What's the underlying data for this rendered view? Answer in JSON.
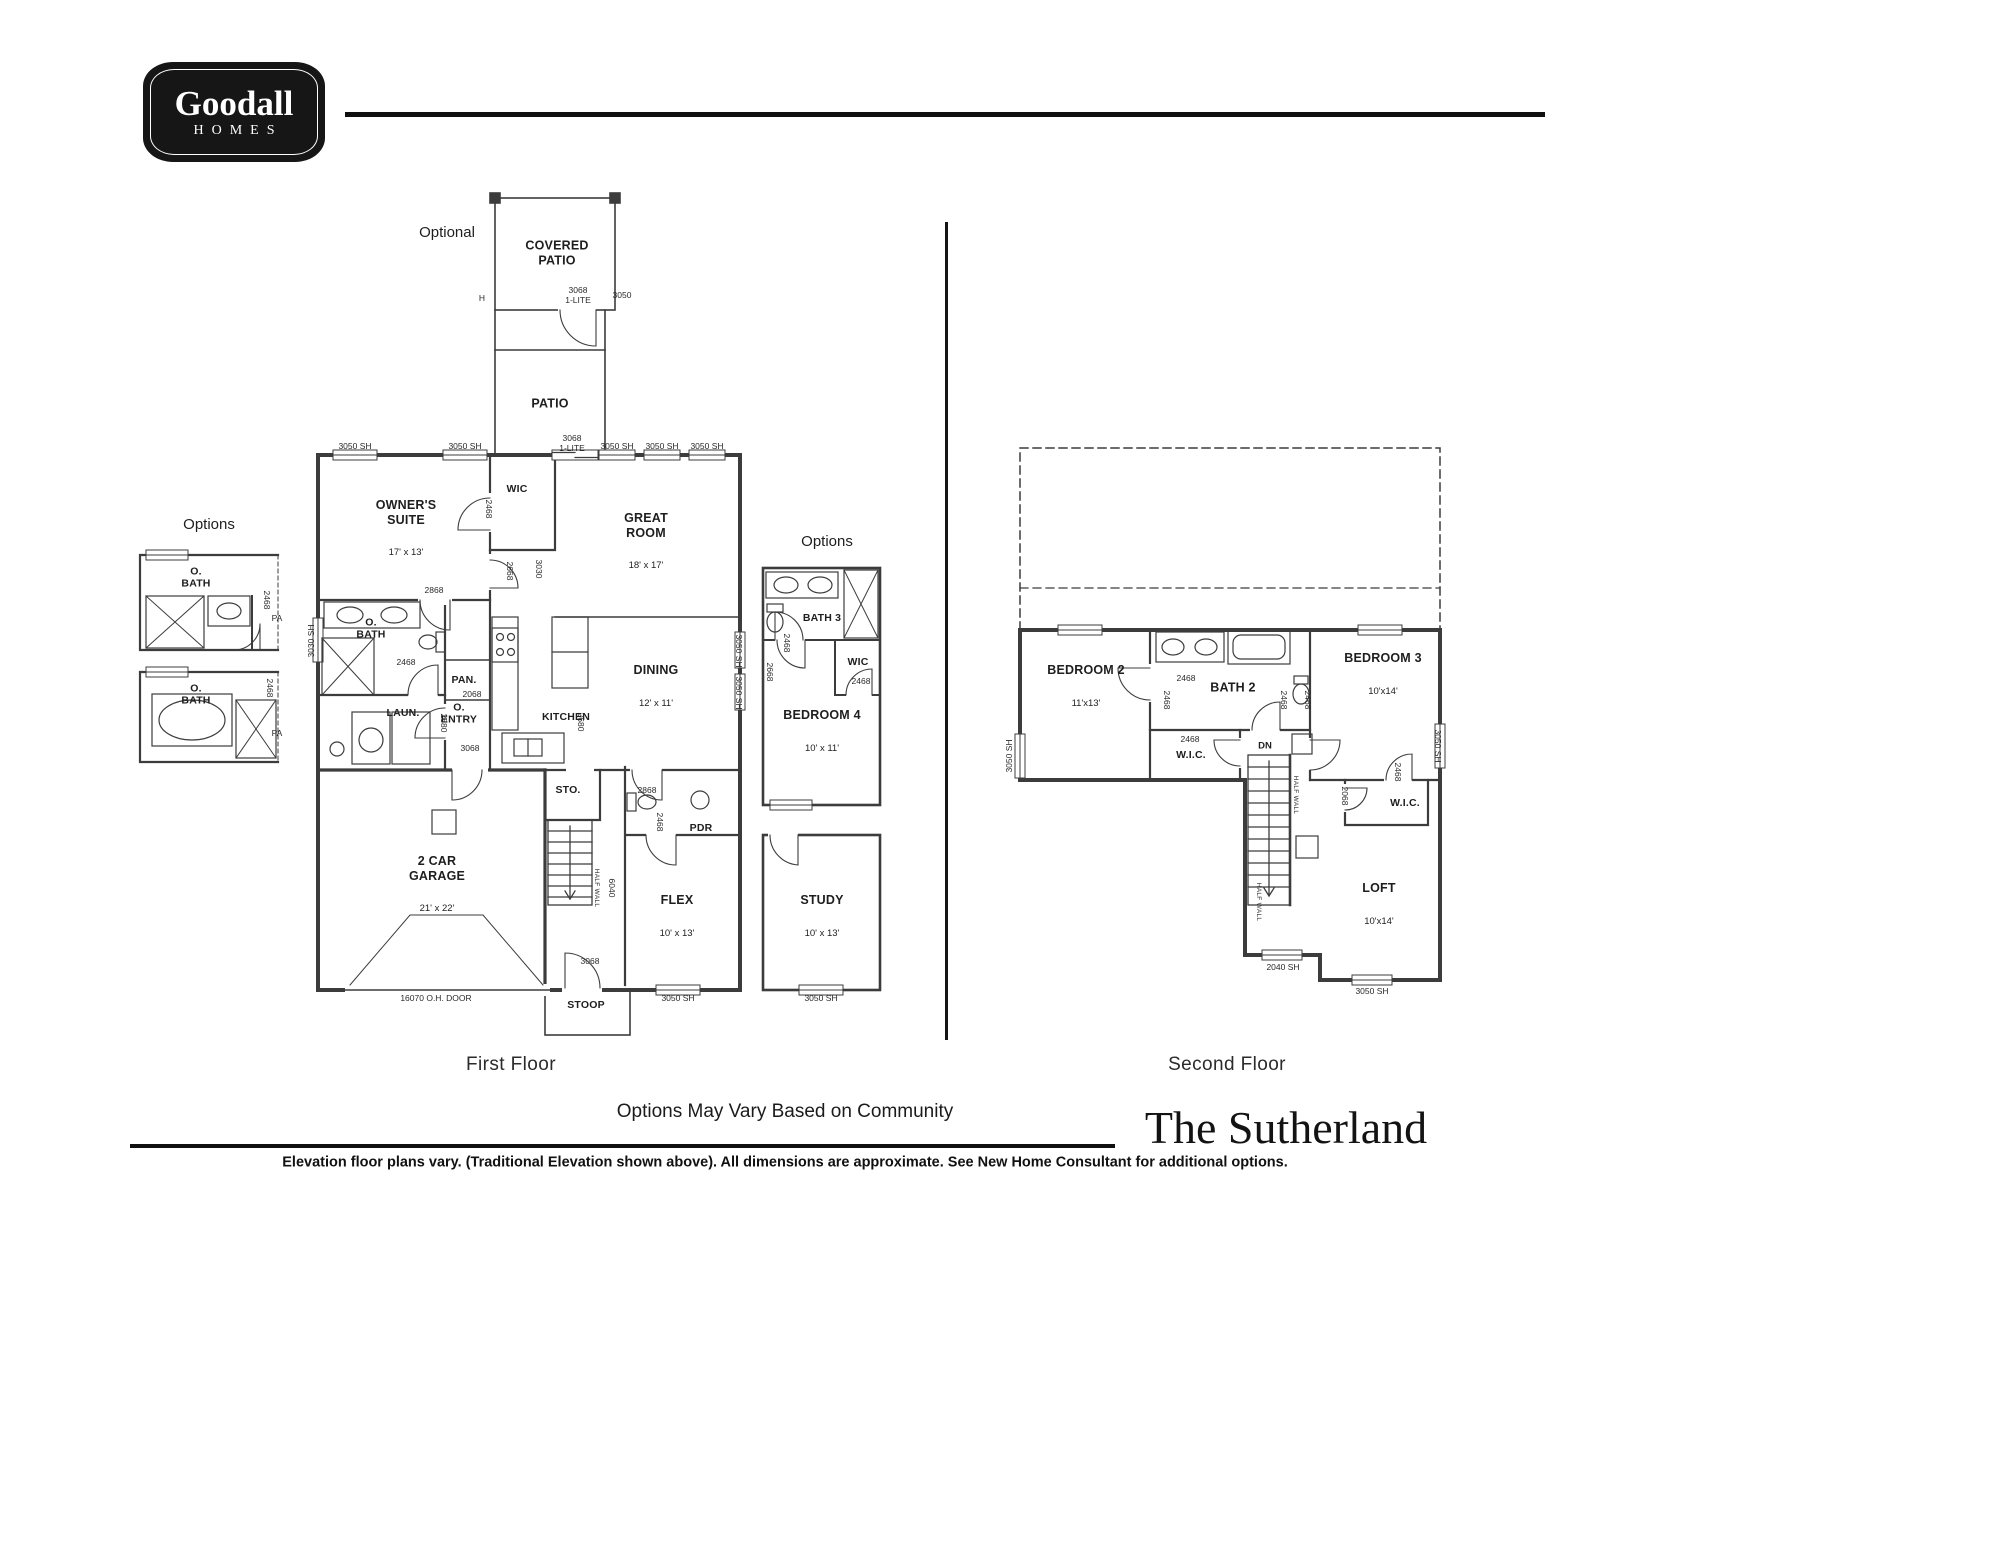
{
  "colors": {
    "background": "#ffffff",
    "ink": "#1b1b1b",
    "wall": "#3c3c3c"
  },
  "header": {
    "logo_primary": "Goodall",
    "logo_secondary": "HOMES"
  },
  "dim_labels": {
    "w3050sh": "3050 SH",
    "w3030sh": "3030 SH",
    "w2040sh": "2040 SH",
    "d3068_1lite": "3068\n1-LITE",
    "d3050": "3050",
    "d2468": "2468",
    "d2668": "2668",
    "d2868": "2868",
    "d2068": "2068",
    "d2880": "2880",
    "d2680": "2680",
    "d3068": "3068",
    "d3030": "3030",
    "d6040": "6040",
    "oh_door": "16070 O.H. DOOR",
    "half_wall": "HALF WALL",
    "dn": "DN",
    "hose_bib": "H",
    "partial_pa": "PA"
  },
  "first_floor": {
    "section_label": "First Floor",
    "optional_label": "Optional",
    "options_label_left": "Options",
    "options_label_right": "Options",
    "rooms": {
      "covered_patio": {
        "name": "COVERED\nPATIO"
      },
      "patio": {
        "name": "PATIO"
      },
      "wic": {
        "name": "WIC"
      },
      "owners_suite": {
        "name": "OWNER'S\nSUITE",
        "dims": "17' x 13'"
      },
      "great_room": {
        "name": "GREAT\nROOM",
        "dims": "18' x 17'"
      },
      "o_bath": {
        "name": "O.\nBATH"
      },
      "pantry": {
        "name": "PAN."
      },
      "o_entry": {
        "name": "O.\nENTRY"
      },
      "laundry": {
        "name": "LAUN."
      },
      "kitchen": {
        "name": "KITCHEN"
      },
      "dining": {
        "name": "DINING",
        "dims": "12' x 11'"
      },
      "storage": {
        "name": "STO."
      },
      "powder": {
        "name": "PDR"
      },
      "garage": {
        "name": "2 CAR\nGARAGE",
        "dims": "21' x 22'"
      },
      "flex": {
        "name": "FLEX",
        "dims": "10' x 13'"
      },
      "stoop": {
        "name": "STOOP"
      },
      "bath3": {
        "name": "BATH 3"
      },
      "wic_option": {
        "name": "WIC"
      },
      "bedroom4": {
        "name": "BEDROOM 4",
        "dims": "10' x 11'"
      },
      "study": {
        "name": "STUDY",
        "dims": "10' x 13'"
      },
      "o_bath_option1": {
        "name": "O.\nBATH"
      },
      "o_bath_option2": {
        "name": "O.\nBATH"
      }
    }
  },
  "second_floor": {
    "section_label": "Second Floor",
    "rooms": {
      "bedroom2": {
        "name": "BEDROOM 2",
        "dims": "11'x13'"
      },
      "bath2": {
        "name": "BATH 2"
      },
      "bedroom3": {
        "name": "BEDROOM 3",
        "dims": "10'x14'"
      },
      "wic_hall": {
        "name": "W.I.C."
      },
      "wic_bedroom3": {
        "name": "W.I.C."
      },
      "loft": {
        "name": "LOFT",
        "dims": "10'x14'"
      }
    }
  },
  "footer": {
    "options_note": "Options May Vary Based on Community",
    "plan_name": "The Sutherland",
    "disclaimer": "Elevation floor plans vary. (Traditional Elevation shown above). All dimensions are approximate. See New Home Consultant for additional options."
  }
}
